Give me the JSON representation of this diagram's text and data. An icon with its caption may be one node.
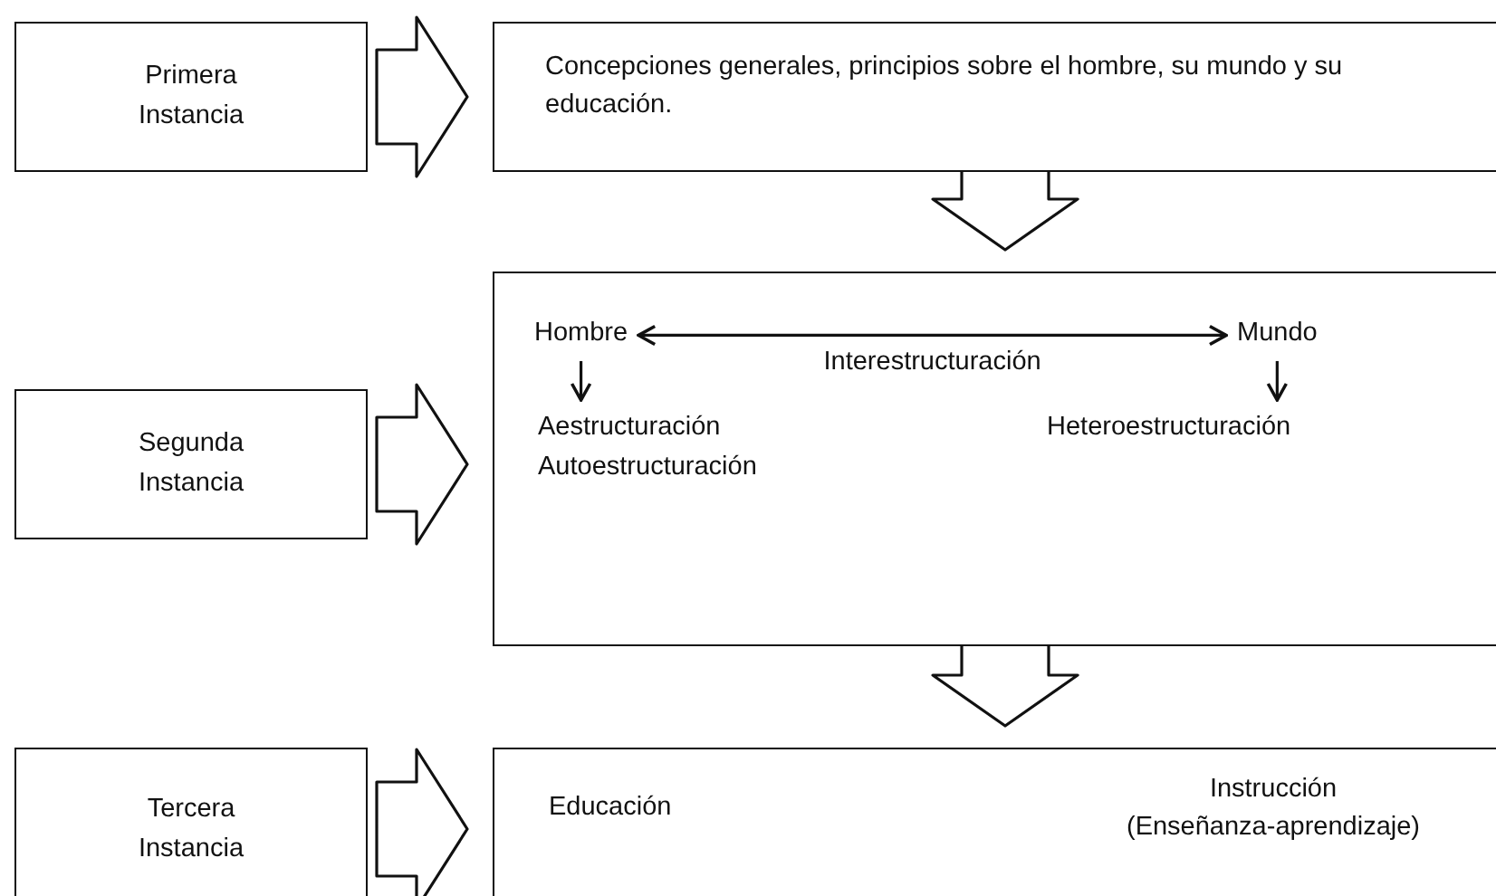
{
  "diagram": {
    "nodes": [
      {
        "text": [
          "Primera Instancia"
        ]
      },
      {
        "text": [
          "Concepciones generales, principios sobre el hombre, su mundo y su educación."
        ]
      },
      {
        "text": [
          "Segunda Instancia"
        ]
      },
      {
        "text": [],
        "shape": "box"
      },
      {
        "text": [
          "Hombre"
        ],
        "in": 3
      },
      {
        "text": [
          "Mundo"
        ],
        "in": 3
      },
      {
        "text": [
          "Aestructuración",
          "Autoestructuración"
        ],
        "in": 3
      },
      {
        "text": [
          "Heteroestructuración"
        ],
        "in": 3
      },
      {
        "text": [
          "Tercera Instancia"
        ]
      },
      {
        "text": [
          "Educación",
          "Instrucción (Enseñanza-aprendizaje)"
        ]
      }
    ],
    "edges": [
      {
        "from": 0,
        "to": 1,
        "arrow": "to",
        "style": "thick"
      },
      {
        "from": 1,
        "to": 3,
        "arrow": "to",
        "style": "thick"
      },
      {
        "from": 2,
        "to": 3,
        "arrow": "to",
        "style": "thick"
      },
      {
        "from": 4,
        "to": 5,
        "arrow": "both",
        "label": "Interestructuración"
      },
      {
        "from": 4,
        "to": 6,
        "arrow": "to"
      },
      {
        "from": 5,
        "to": 7,
        "arrow": "to"
      },
      {
        "from": 3,
        "to": 9,
        "arrow": "to",
        "style": "thick"
      },
      {
        "from": 8,
        "to": 9,
        "arrow": "to",
        "style": "thick"
      }
    ]
  }
}
